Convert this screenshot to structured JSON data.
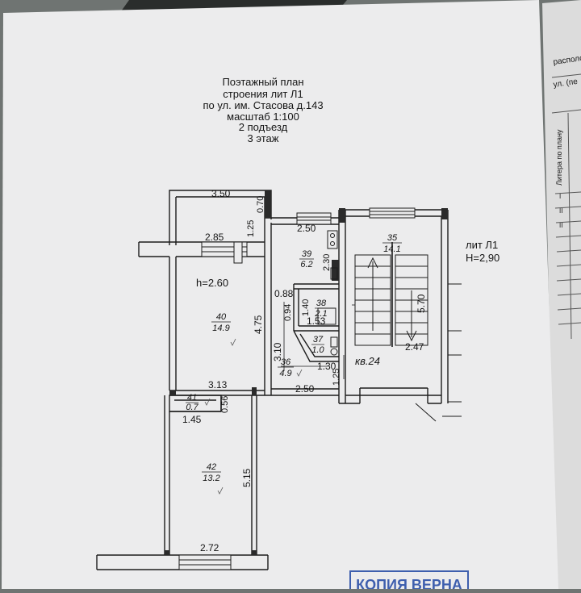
{
  "title": {
    "line1": "Поэтажный  план",
    "line2": "строения  лит Л1",
    "line3": "по ул. им. Стасова  д.143",
    "line4": "масштаб  1:100",
    "line5": "2   подъезд",
    "line6": "3    этаж"
  },
  "side_label": {
    "line1": "лит Л1",
    "line2": "Н=2,90"
  },
  "dimensions": {
    "d_350": "3.50",
    "d_070": "0.70",
    "d_285": "2.85",
    "d_125a": "1.25",
    "d_250a": "2.50",
    "d_230": "2.30",
    "d_h260": "h=2.60",
    "d_088": "0.88",
    "d_094": "0.94",
    "d_140": "1.40",
    "d_153": "1.53",
    "d_475": "4.75",
    "d_310": "3.10",
    "d_130": "1.30",
    "d_125b": "1.25",
    "d_250b": "2.50",
    "d_313": "3.13",
    "d_056": "0.56",
    "d_145": "1.45",
    "d_515": "5.15",
    "d_272": "2.72",
    "d_570": "5.70",
    "d_247": "2.47"
  },
  "rooms": [
    {
      "number": "39",
      "area": "6.2"
    },
    {
      "number": "35",
      "area": "14.1"
    },
    {
      "number": "40",
      "area": "14.9"
    },
    {
      "number": "38",
      "area": "2.1"
    },
    {
      "number": "37",
      "area": "1.0"
    },
    {
      "number": "36",
      "area": "4.9"
    },
    {
      "number": "41",
      "area": "0.7"
    },
    {
      "number": "42",
      "area": "13.2"
    }
  ],
  "apartment_label": "кв.24",
  "side_column": {
    "header_fragment": "располож",
    "sub_fragment": "ул. (пе",
    "vertical_label": "Литера по плану"
  },
  "stamp_text": "КОПИЯ ВЕРНА",
  "colors": {
    "paper": "#ececed",
    "ink": "#1c1c1c",
    "stamp": "#3e5fae",
    "background": "#6f7472"
  }
}
